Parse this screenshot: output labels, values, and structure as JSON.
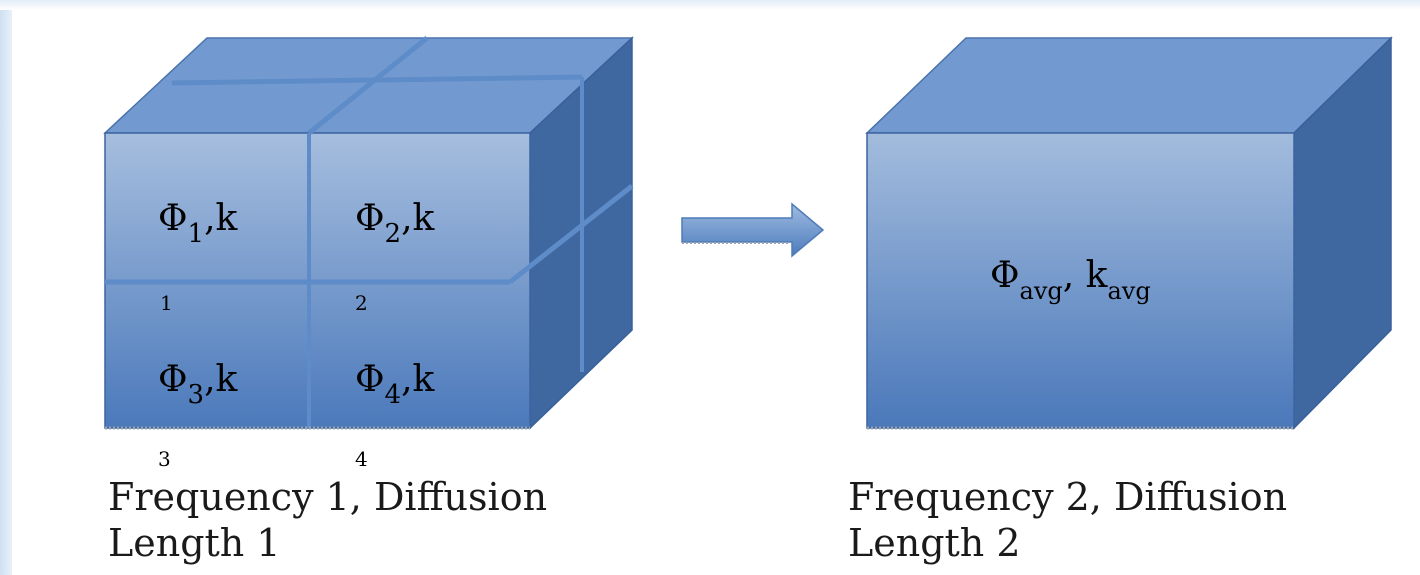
{
  "left_block": {
    "cells": [
      {
        "phi": "Φ",
        "sub": "1",
        "k": ",k",
        "number": "1"
      },
      {
        "phi": "Φ",
        "sub": "2",
        "k": ",k",
        "number": "2"
      },
      {
        "phi": "Φ",
        "sub": "3",
        "k": ",k",
        "number": "3"
      },
      {
        "phi": "Φ",
        "sub": "4",
        "k": ",k",
        "number": "4"
      }
    ],
    "caption_line1": "Frequency 1, Diffusion",
    "caption_line2": "Length 1"
  },
  "right_block": {
    "phi": "Φ",
    "phi_sub": "avg",
    "k_sep": ", k",
    "k_sub": "avg",
    "caption_line1": "Frequency 2, Diffusion",
    "caption_line2": "Length 2"
  },
  "colors": {
    "front_top": "#a6bede",
    "front_bottom": "#4b79bb",
    "top_face": "#729ad0",
    "side_face": "#3f67a0",
    "edge": "#3c64a0",
    "divider": "#5e8cc8",
    "arrow": "#6891c9"
  },
  "icons": {
    "arrow": "right-arrow-icon"
  }
}
